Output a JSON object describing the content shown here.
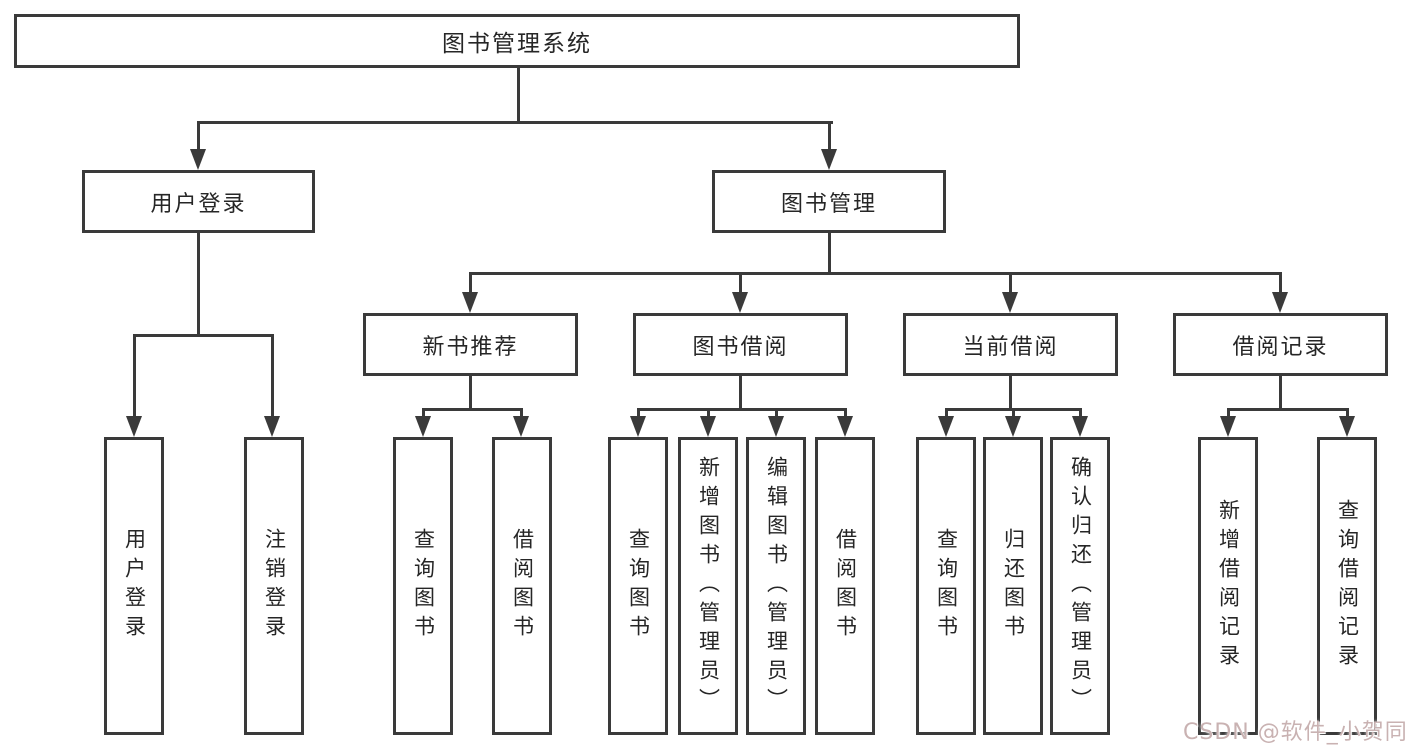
{
  "tree": {
    "label": "图书管理系统",
    "children": [
      {
        "label": "用户登录",
        "children": [
          {
            "label": "用户登录"
          },
          {
            "label": "注销登录"
          }
        ]
      },
      {
        "label": "图书管理",
        "children": [
          {
            "label": "新书推荐",
            "children": [
              {
                "label": "查询图书"
              },
              {
                "label": "借阅图书"
              }
            ]
          },
          {
            "label": "图书借阅",
            "children": [
              {
                "label": "查询图书"
              },
              {
                "label": "新增图书（管理员）"
              },
              {
                "label": "编辑图书（管理员）"
              },
              {
                "label": "借阅图书"
              }
            ]
          },
          {
            "label": "当前借阅",
            "children": [
              {
                "label": "查询图书"
              },
              {
                "label": "归还图书"
              },
              {
                "label": "确认归还（管理员）"
              }
            ]
          },
          {
            "label": "借阅记录",
            "children": [
              {
                "label": "新增借阅记录"
              },
              {
                "label": "查询借阅记录"
              }
            ]
          }
        ]
      }
    ]
  },
  "watermark": "CSDN @软件_小贺同学",
  "colors": {
    "line": "#3a3a3a",
    "text": "#262626",
    "watermark": "#c9b2b2",
    "background": "#ffffff"
  }
}
